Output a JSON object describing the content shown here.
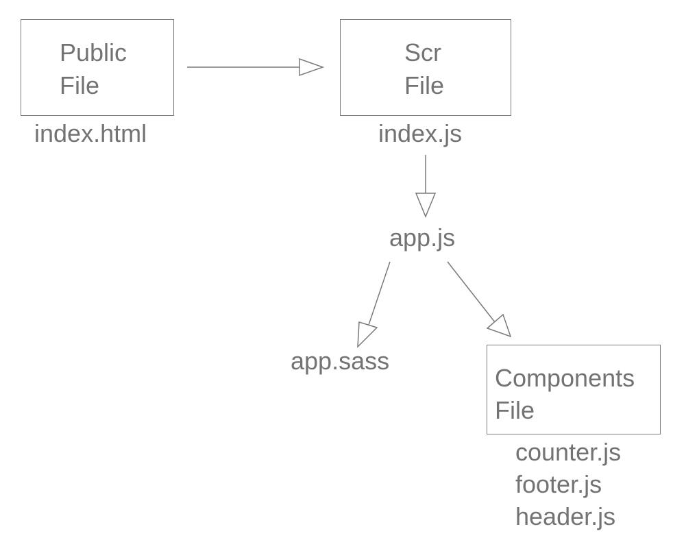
{
  "nodes": {
    "public": {
      "line1": "Public",
      "line2": "File",
      "caption": "index.html"
    },
    "scr": {
      "line1": "Scr",
      "line2": "File",
      "caption": "index.js"
    },
    "app_js": {
      "label": "app.js"
    },
    "app_sass": {
      "label": "app.sass"
    },
    "components": {
      "line1": "Components",
      "line2": "File",
      "files": [
        "counter.js",
        "footer.js",
        "header.js"
      ]
    }
  },
  "colors": {
    "stroke": "#7a7a7a",
    "text": "#737373",
    "background": "#ffffff"
  }
}
